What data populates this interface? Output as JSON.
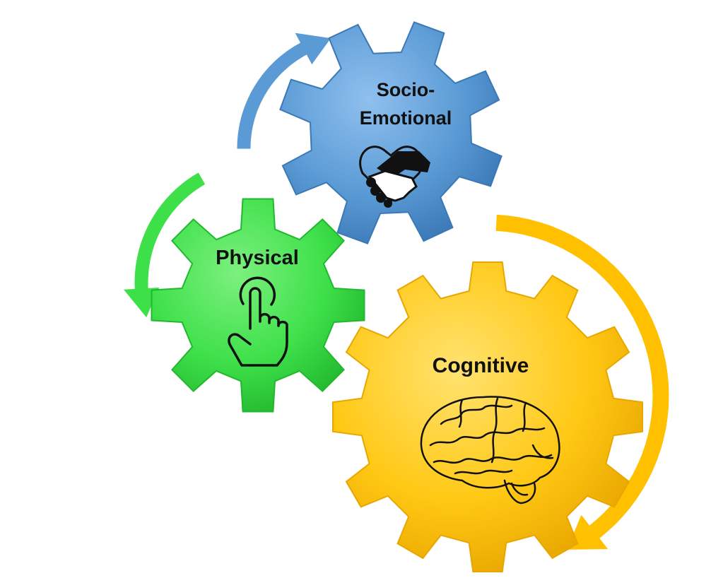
{
  "gears": {
    "socio_emotional": {
      "line1": "Socio-",
      "line2": "Emotional",
      "icon": "handshake-heart-icon",
      "color": "#5b9bd5"
    },
    "physical": {
      "label": "Physical",
      "icon": "pointing-hand-icon",
      "color": "#3ee04a"
    },
    "cognitive": {
      "label": "Cognitive",
      "icon": "brain-icon",
      "color": "#ffc814"
    }
  },
  "arrows": {
    "blue": "#5b9bd5",
    "green": "#3ee04a",
    "yellow": "#ffc000"
  }
}
